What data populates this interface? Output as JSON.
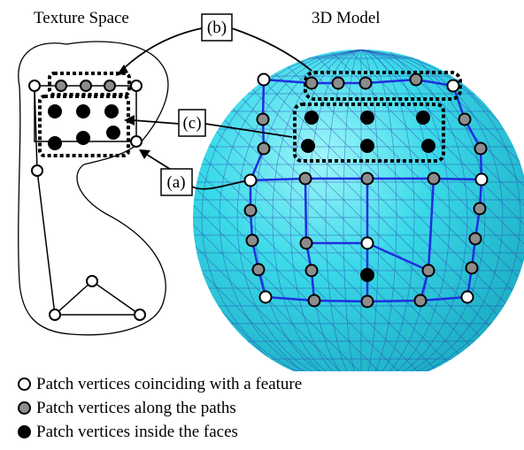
{
  "titles": {
    "texture_space": "Texture Space",
    "model_3d": "3D Model"
  },
  "callouts": {
    "a": "(a)",
    "b": "(b)",
    "c": "(c)"
  },
  "legend": [
    {
      "label": "Patch vertices coinciding with a feature",
      "color": "#ffffff"
    },
    {
      "label": "Patch vertices along the paths",
      "color": "#8c8c8c"
    },
    {
      "label": "Patch vertices inside the faces",
      "color": "#000000"
    }
  ],
  "colors": {
    "sphere": "#35d8e6",
    "mesh": "#2a3fb0",
    "path": "#1f2fe0",
    "feature_vertex": "#ffffff",
    "path_vertex": "#8c8c8c",
    "face_vertex": "#000000"
  }
}
